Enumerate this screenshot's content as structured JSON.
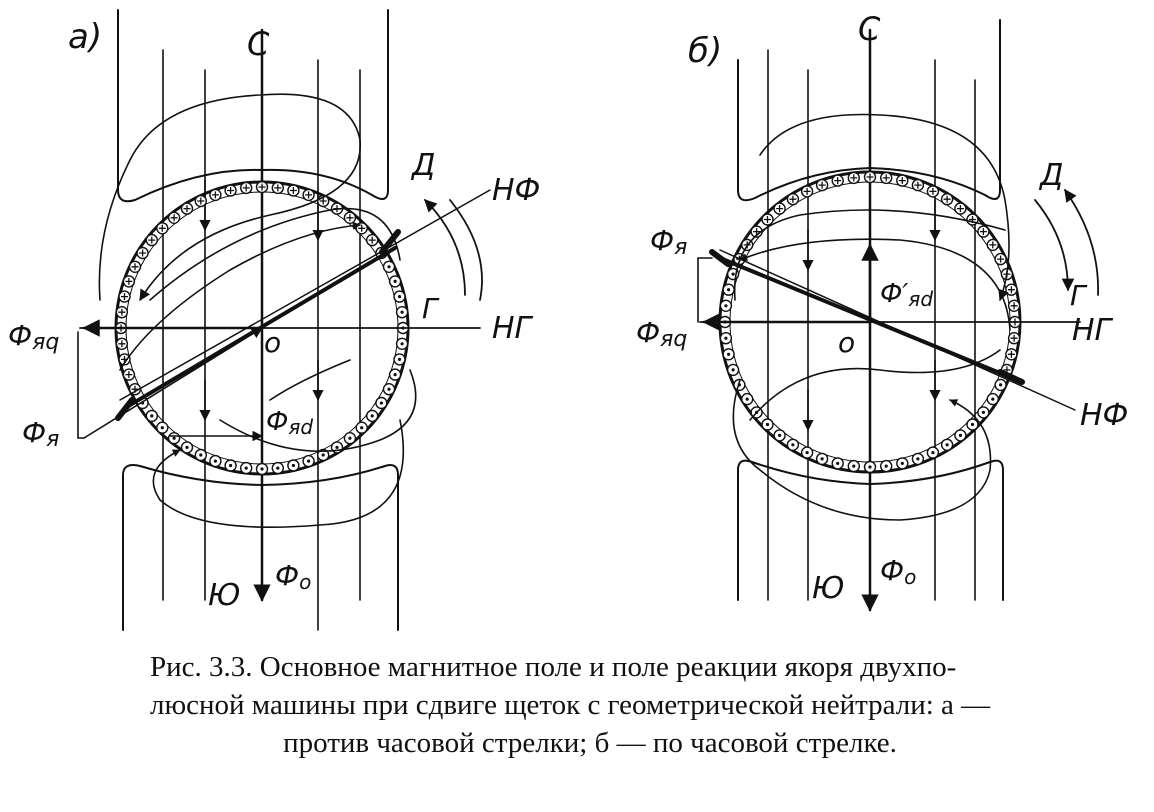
{
  "panels": {
    "a": {
      "label": "а)",
      "north": "С",
      "south": "Ю",
      "rotation": "Д",
      "gen": "Г",
      "phys_neutral": "НФ",
      "geom_neutral": "НГ",
      "center": "о",
      "phi_aq": "Ф",
      "phi_aq_sub": "яq",
      "phi_a": "Ф",
      "phi_a_sub": "я",
      "phi_ad": "Ф",
      "phi_ad_sub": "яd",
      "phi_0": "Ф",
      "phi_0_sub": "о"
    },
    "b": {
      "label": "б)",
      "north": "С",
      "south": "Ю",
      "rotation": "Д",
      "gen": "Г",
      "phys_neutral": "НФ",
      "geom_neutral": "НГ",
      "center": "о",
      "phi_aq": "Ф",
      "phi_aq_sub": "яq",
      "phi_a": "Ф",
      "phi_a_sub": "я",
      "phi_ad": "Ф′",
      "phi_ad_sub": "яd",
      "phi_0": "Ф",
      "phi_0_sub": "о"
    }
  },
  "caption": {
    "line1": "Рис. 3.3. Основное магнитное поле и поле реакции якоря двухпо-",
    "line2": "люсной машины при сдвиге щеток с геометрической нейтрали: а —",
    "line3": "против часовой стрелки; б — по часовой стрелке."
  }
}
